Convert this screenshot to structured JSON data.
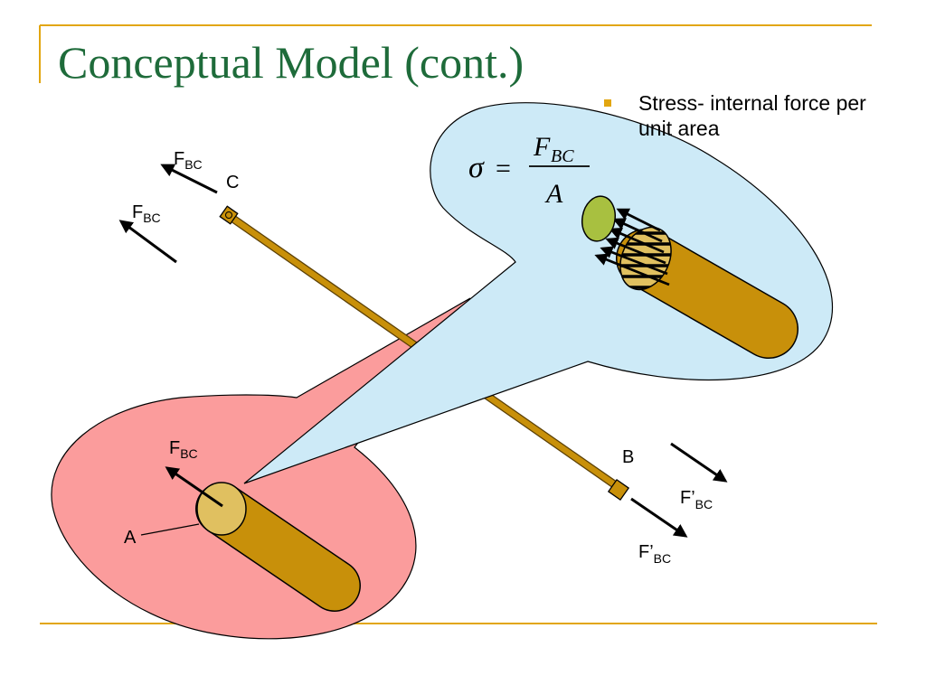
{
  "slide": {
    "title": "Conceptual Model (cont.)",
    "bullet": "Stress- internal force per unit area"
  },
  "labels": {
    "point_a": "A",
    "point_b": "B",
    "point_c": "C",
    "force_main": "F",
    "force_main_sub": "BC",
    "force_prime": "F’",
    "force_prime_sub": "BC"
  },
  "equation": {
    "lhs": "σ",
    "equals": "=",
    "numerator": "F",
    "numerator_sub": "BC",
    "denominator": "A"
  },
  "colors": {
    "title": "#1e6b3a",
    "accent_line": "#e2a610",
    "bullet_mark": "#e2a610",
    "member": "#c8900a",
    "cross_section": "#e0c060",
    "stress_face": "#a8c040",
    "callout_blue": "#cdeaf7",
    "callout_red": "#fb9c9c"
  }
}
